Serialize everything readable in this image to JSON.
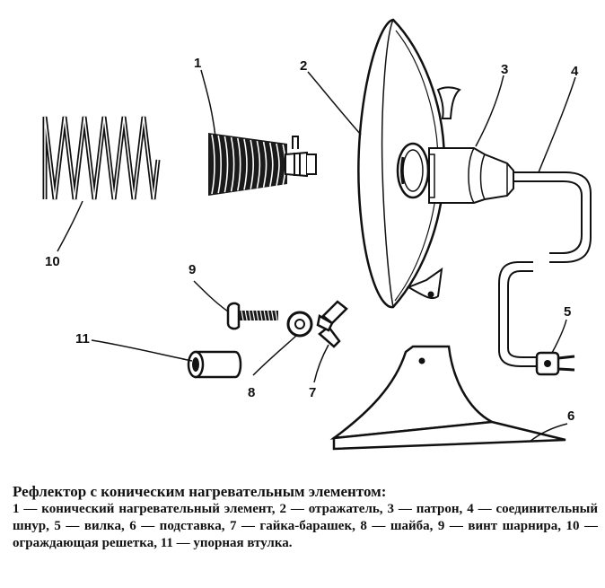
{
  "callouts": {
    "n1": "1",
    "n2": "2",
    "n3": "3",
    "n4": "4",
    "n5": "5",
    "n6": "6",
    "n7": "7",
    "n8": "8",
    "n9": "9",
    "n10": "10",
    "n11": "11"
  },
  "caption": {
    "title": "Рефлектор с коническим нагревательным элементом:",
    "body": "1 — конический нагревательный элемент, 2 — отражатель, 3 — патрон, 4 — соединительный шнур, 5 — вилка, 6 — подставка, 7 — гайка-барашек, 8 — шайба, 9 — винт шарнира, 10 — ограждающая решетка, 11 — упорная втулка."
  },
  "colors": {
    "ink": "#111111",
    "paper": "#ffffff"
  }
}
